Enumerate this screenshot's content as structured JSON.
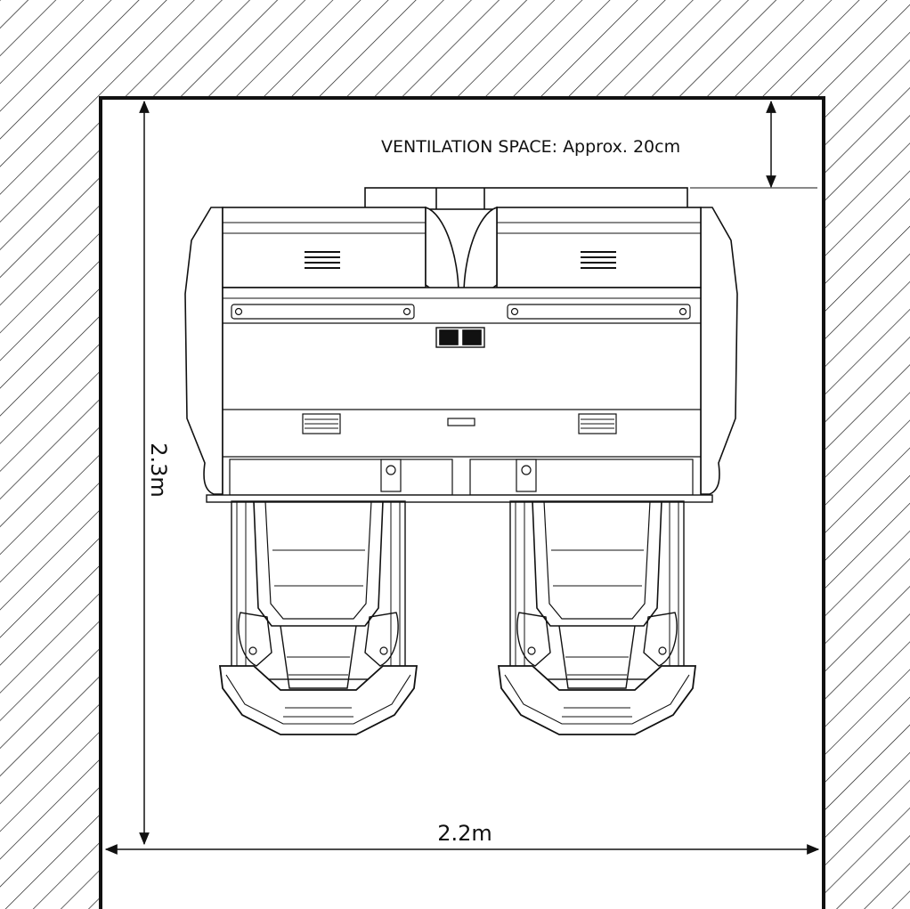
{
  "labels": {
    "ventilation": "VENTILATION SPACE:  Approx. 20cm",
    "height": "2.3m",
    "width": "2.2m"
  },
  "colors": {
    "line": "#111111",
    "background": "#ffffff"
  }
}
